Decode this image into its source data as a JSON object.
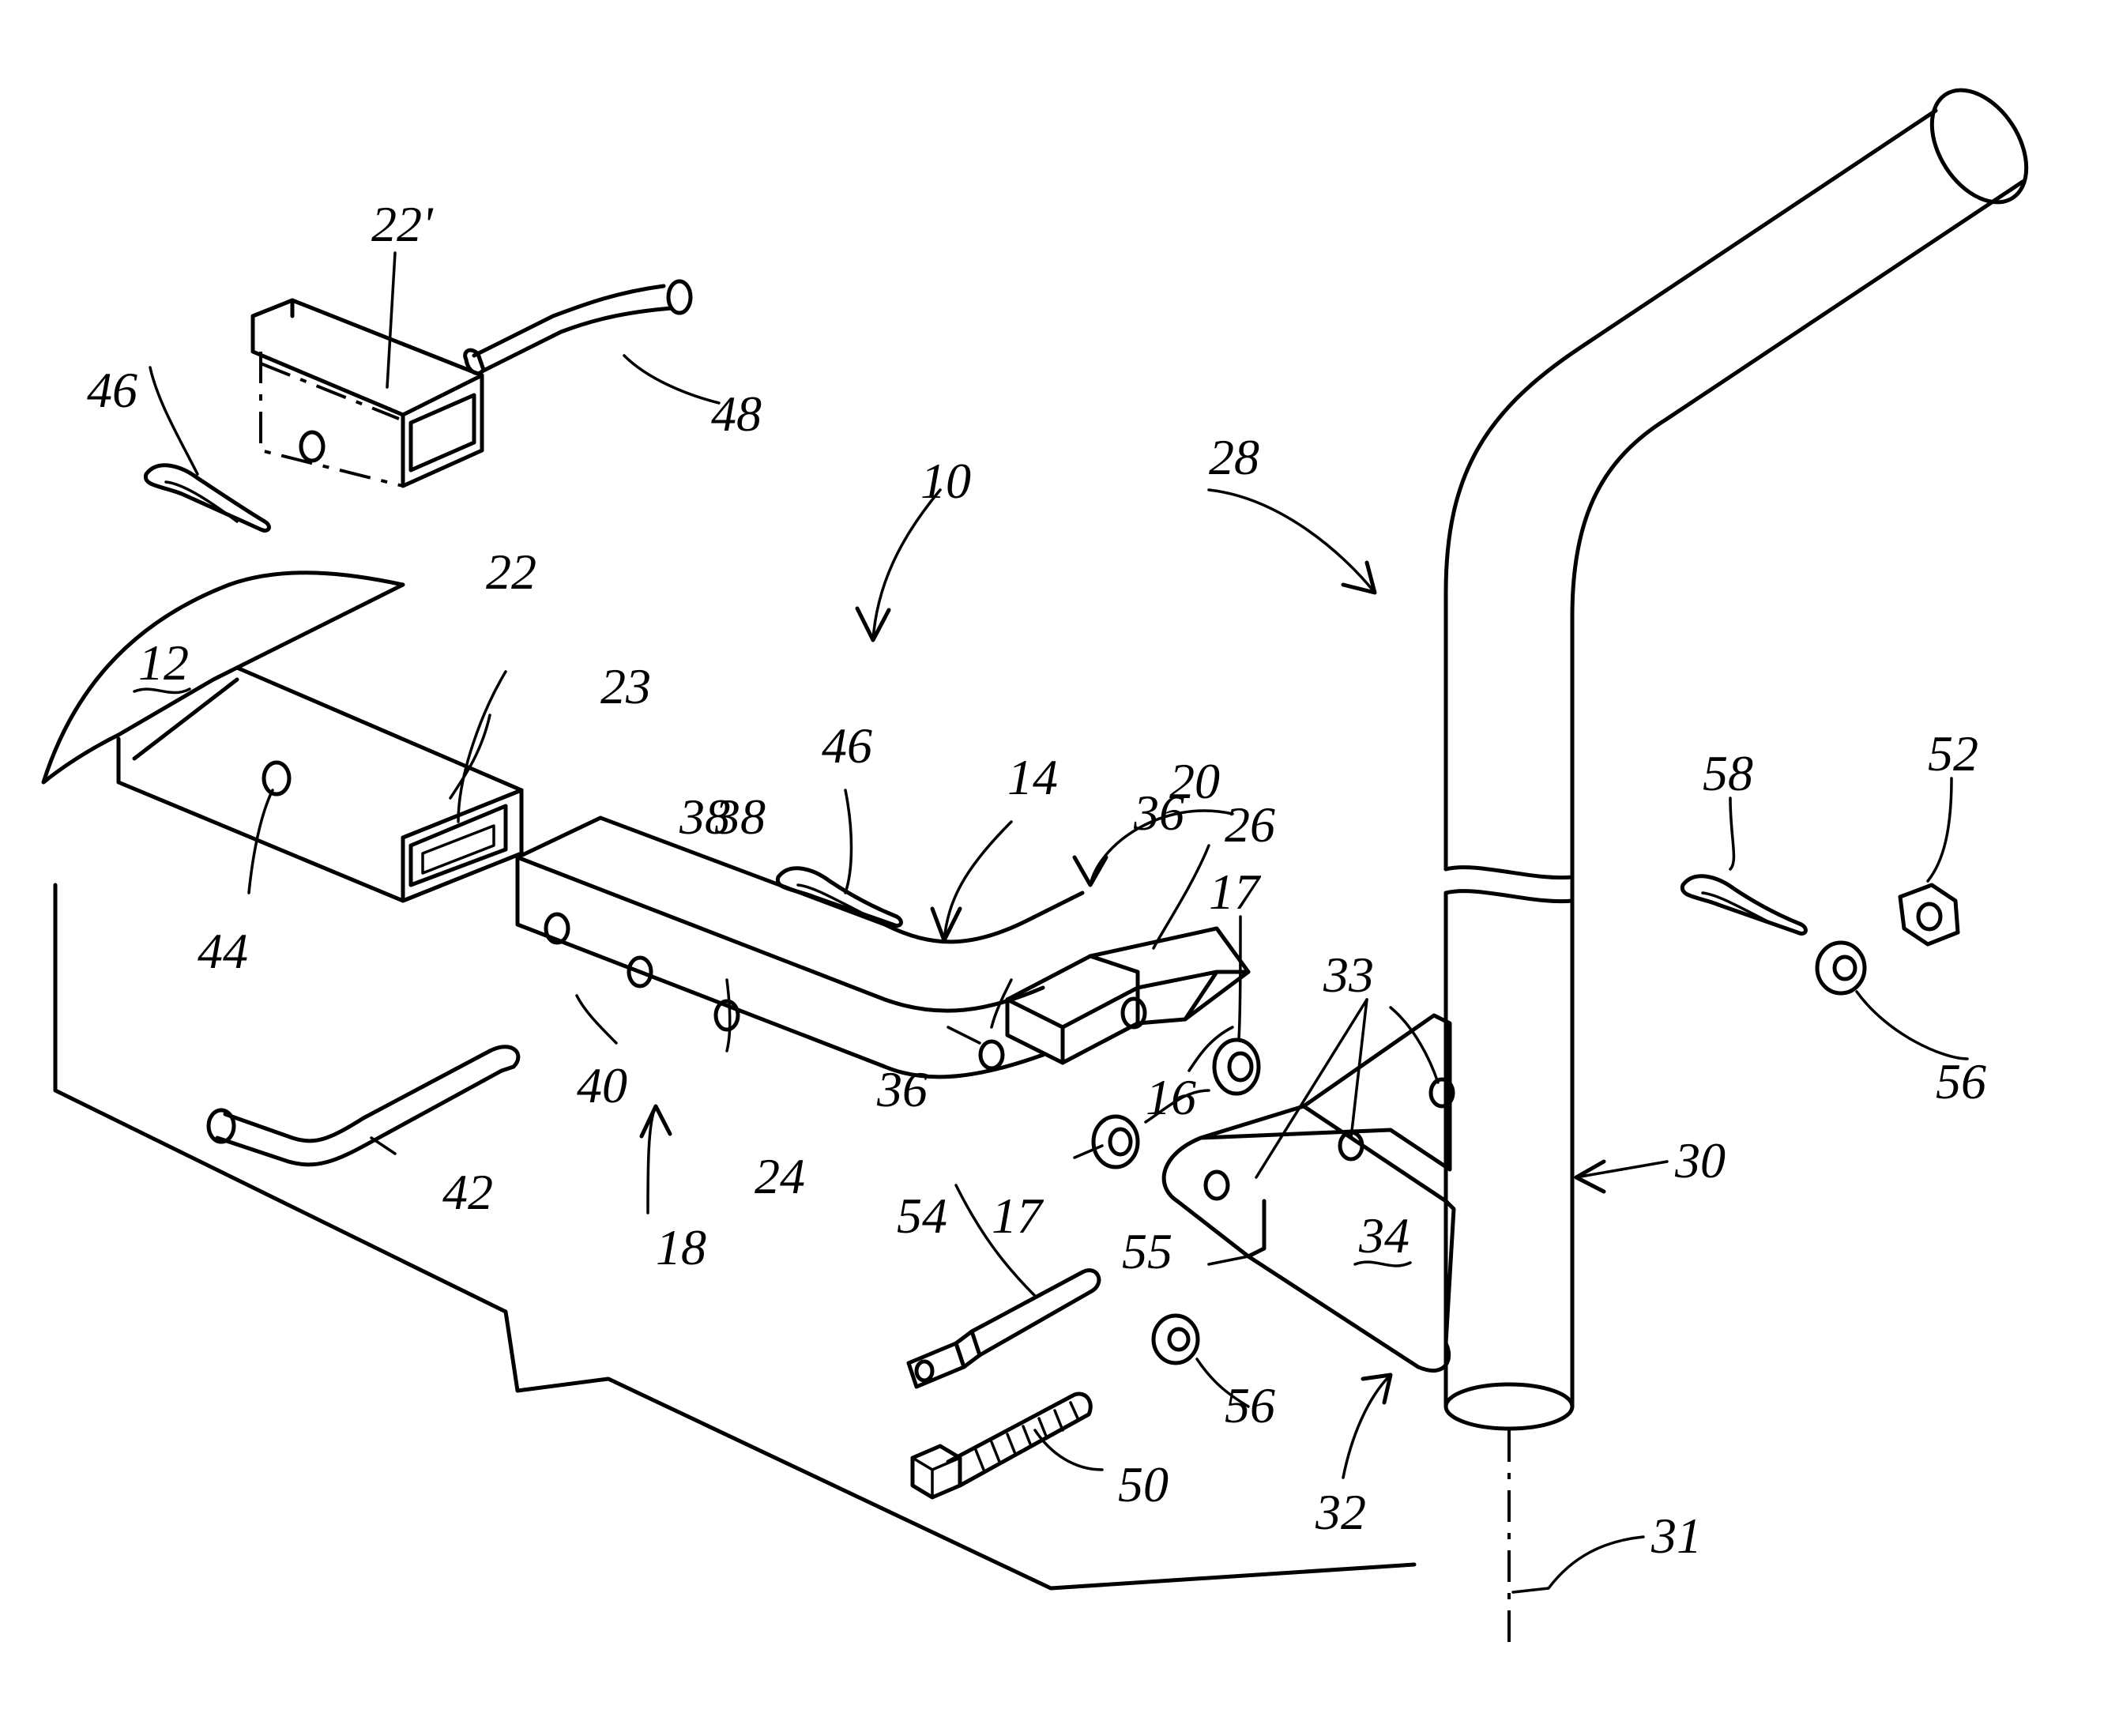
{
  "figure": {
    "labels": {
      "l10": "10",
      "l12": "12",
      "l14": "14",
      "l16": "16",
      "l17a": "17",
      "l17b": "17",
      "l18": "18",
      "l20": "20",
      "l22": "22",
      "l22p": "22'",
      "l23": "23",
      "l24": "24",
      "l26": "26",
      "l28": "28",
      "l30": "30",
      "l31": "31",
      "l32": "32",
      "l33": "33",
      "l34": "34",
      "l36a": "36",
      "l36b": "36",
      "l38a": "38",
      "l38b": "38",
      "l40": "40",
      "l42": "42",
      "l44": "44",
      "l46a": "46",
      "l46b": "46",
      "l48": "48",
      "l50": "50",
      "l52": "52",
      "l54": "54",
      "l55": "55",
      "l56a": "56",
      "l56b": "56",
      "l58": "58"
    }
  }
}
